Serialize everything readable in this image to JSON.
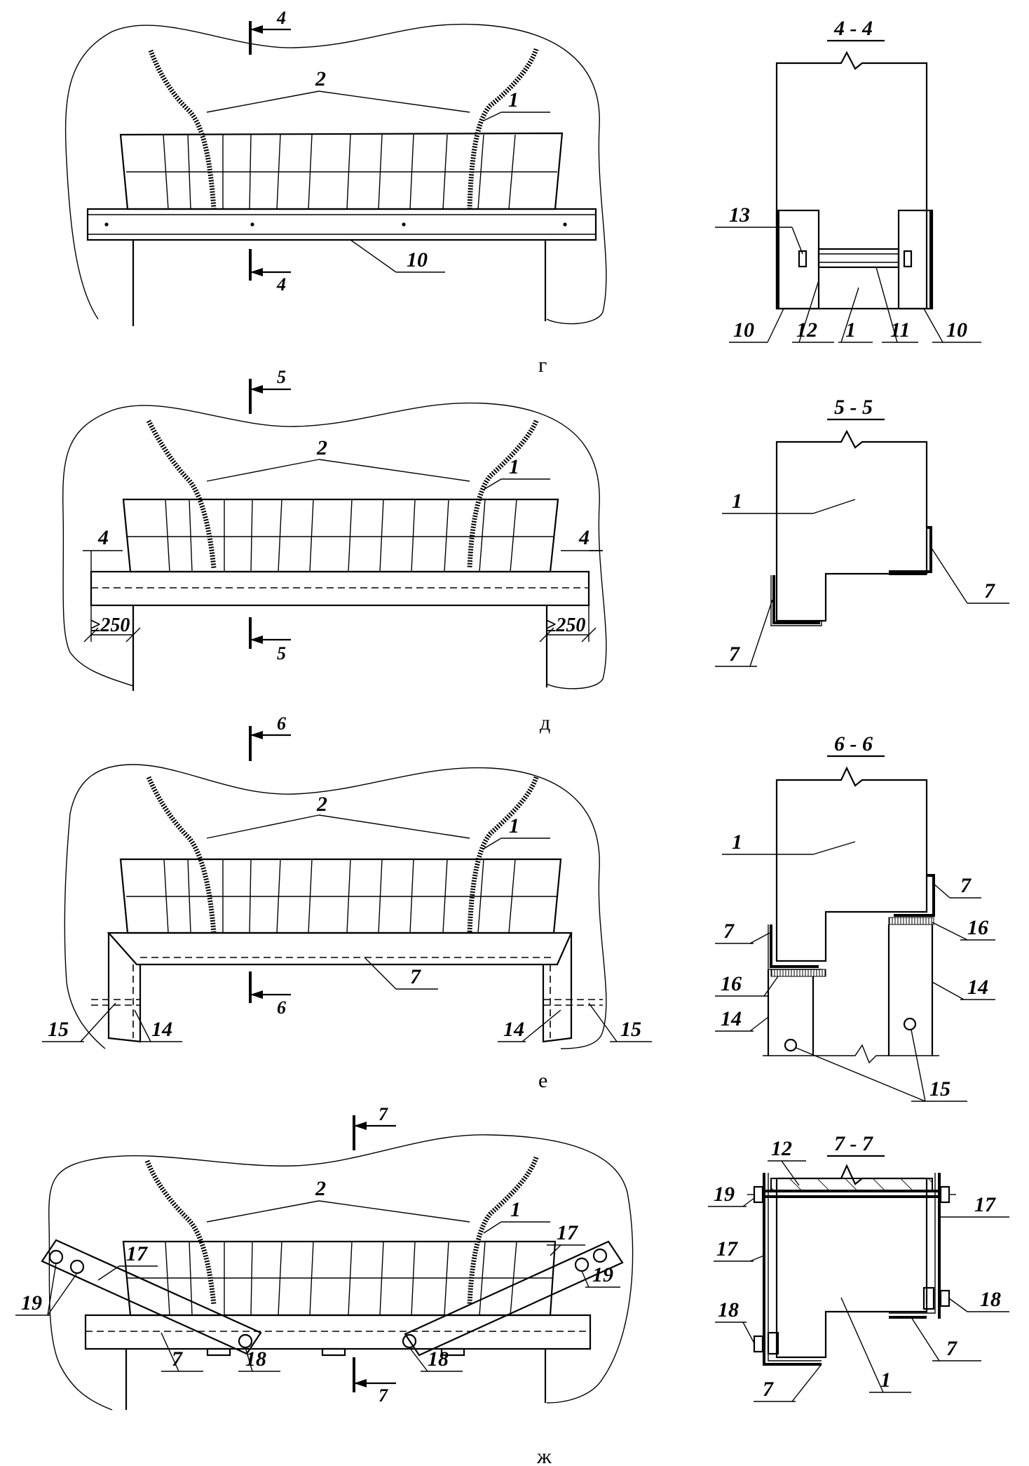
{
  "figure": {
    "panels": [
      {
        "caption": "г",
        "section_marks": [
          "4",
          "4"
        ],
        "labels": {
          "crack": "2",
          "brick": "1",
          "beam": "10"
        },
        "section": {
          "title": "4 - 4",
          "labels": {
            "bolt": "13",
            "channel_left": "10",
            "plate": "12",
            "masonry": "1",
            "rod": "11",
            "channel_right": "10"
          }
        }
      },
      {
        "caption": "д",
        "section_marks": [
          "5",
          "5"
        ],
        "labels": {
          "crack": "2",
          "brick": "1",
          "end_left": "4",
          "end_right": "4",
          "anchor_left": "≥250",
          "anchor_right": "≥250"
        },
        "section": {
          "title": "5 - 5",
          "labels": {
            "masonry": "1",
            "angle_right": "7",
            "angle_left": "7"
          }
        }
      },
      {
        "caption": "е",
        "section_marks": [
          "6",
          "6"
        ],
        "labels": {
          "crack": "2",
          "brick": "1",
          "angle": "7",
          "bolt_left": "15",
          "post_left": "14",
          "post_right": "14",
          "bolt_right": "15"
        },
        "section": {
          "title": "6 - 6",
          "labels": {
            "masonry": "1",
            "angle_right": "7",
            "angle_left": "7",
            "shim_right": "16",
            "shim_left": "16",
            "post_left": "14",
            "post_right": "14",
            "bolts": "15"
          }
        }
      },
      {
        "caption": "ж",
        "section_marks": [
          "7",
          "7"
        ],
        "labels": {
          "crack": "2",
          "brick": "1",
          "strap_left": "17",
          "strap_right": "17",
          "bolt_left": "19",
          "bolt_right": "19",
          "angle": "7",
          "pin_left": "18",
          "pin_right": "18"
        },
        "section": {
          "title": "7 - 7",
          "labels": {
            "plate": "12",
            "bolt_top": "19",
            "strap_right": "17",
            "strap_left": "17",
            "pin_left": "18",
            "pin_right": "18",
            "angle_right": "7",
            "angle_left": "7",
            "masonry": "1"
          }
        }
      }
    ]
  }
}
